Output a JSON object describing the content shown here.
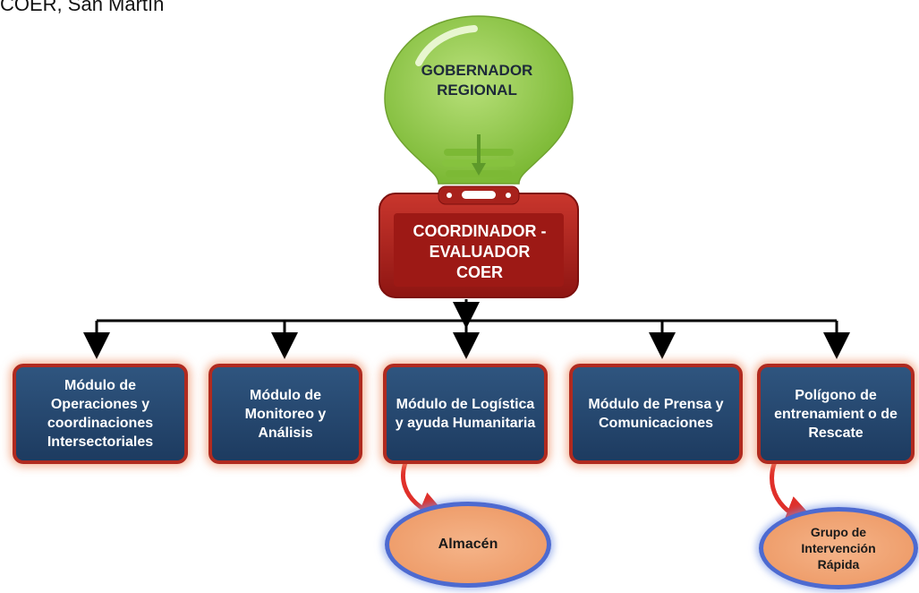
{
  "caption": "COER, San   Martín",
  "top_node": {
    "line1": "GOBERNADOR",
    "line2": "REGIONAL"
  },
  "coordinator": {
    "line1": "COORDINADOR -",
    "line2": "EVALUADOR",
    "line3": "COER"
  },
  "modules": [
    {
      "label": "Módulo de Operaciones y coordinaciones Intersectoriales"
    },
    {
      "label": "Módulo de Monitoreo y Análisis"
    },
    {
      "label": "Módulo de Logística y ayuda Humanitaria"
    },
    {
      "label": "Módulo de Prensa y Comunicaciones"
    },
    {
      "label": "Polígono de entrenamient o de Rescate"
    }
  ],
  "sub_nodes": [
    {
      "label": "Almacén",
      "parent": "Módulo de Logística y ayuda Humanitaria"
    },
    {
      "label": "Grupo de Intervención Rápida",
      "parent": "Polígono de entrenamient o de Rescate"
    }
  ],
  "colors": {
    "bulb": "#8cc63f",
    "coordinator": "#b3201c",
    "module_fill": "#264a72",
    "module_border": "#b02a1f",
    "oval_fill": "#f0a070",
    "oval_border": "#4d6ad0",
    "arrow_red": "#e0302a"
  }
}
